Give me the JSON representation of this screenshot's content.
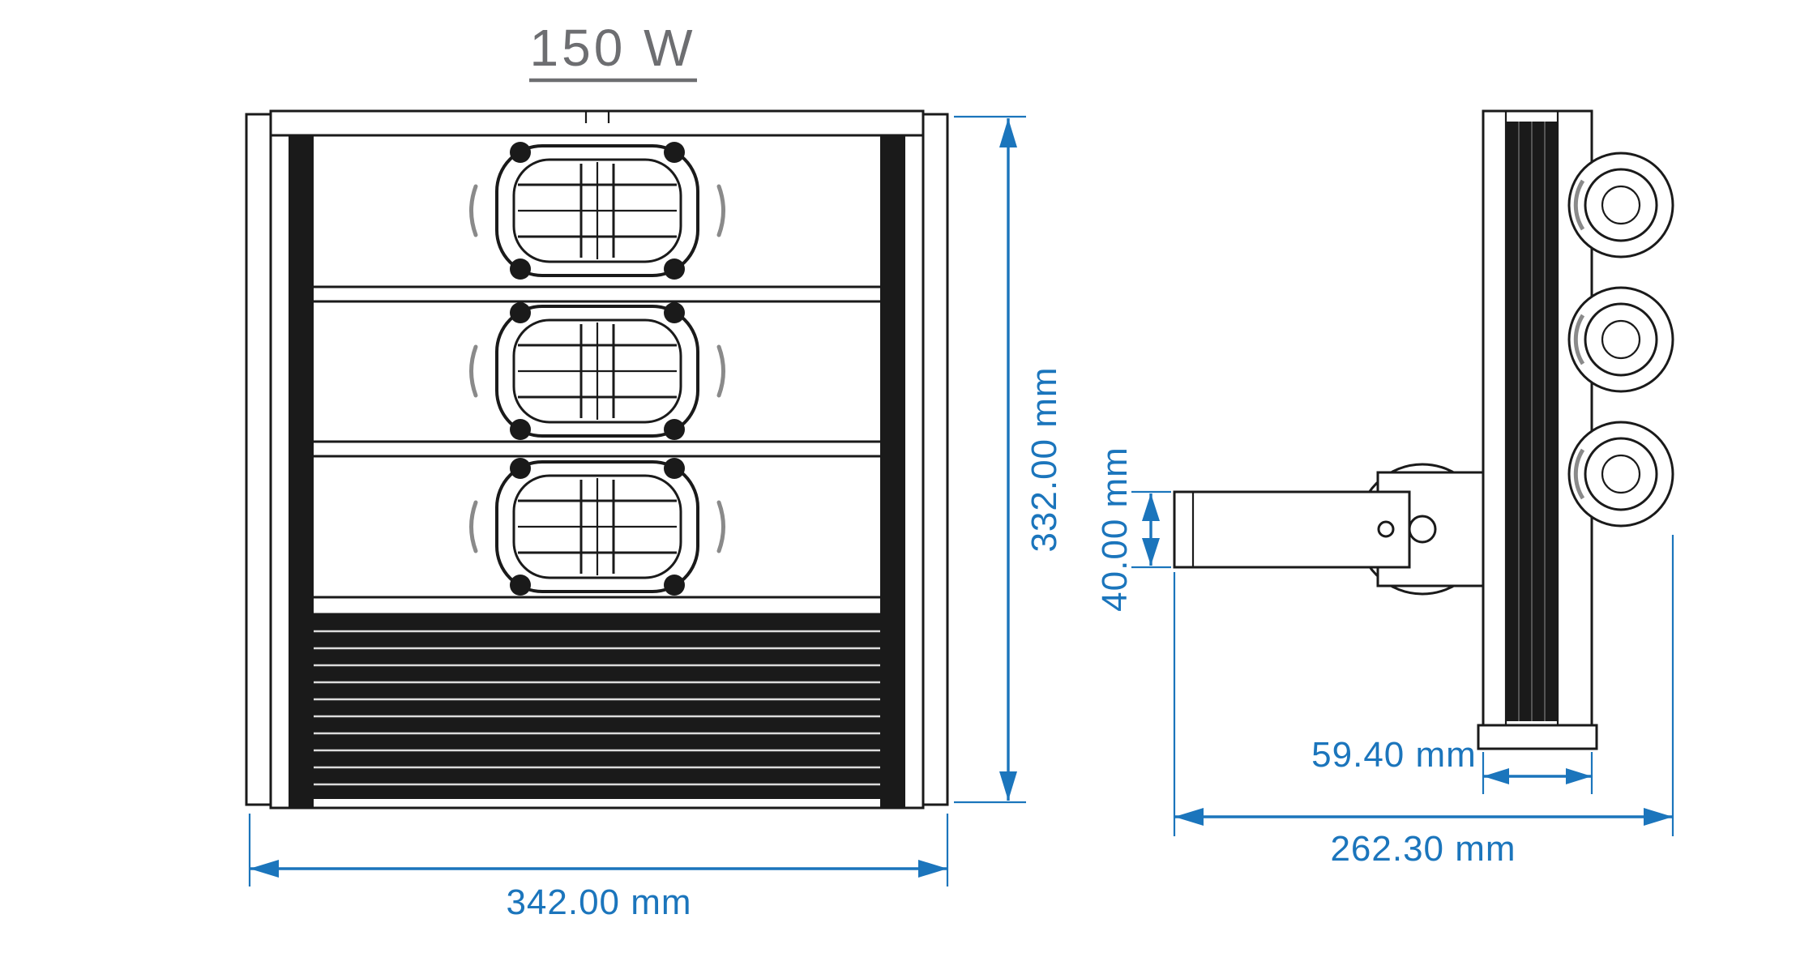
{
  "drawing": {
    "title": "150 W",
    "front_view": {
      "width_label": "342.00 mm",
      "height_label": "332.00 mm"
    },
    "side_view": {
      "bracket_height_label": "40.00 mm",
      "housing_depth_label": "59.40 mm",
      "overall_depth_label": "262.30 mm"
    },
    "colors": {
      "dimension": "#1b75bc",
      "line": "#1a1a1a",
      "title": "#6d6e71",
      "background": "#ffffff"
    }
  }
}
